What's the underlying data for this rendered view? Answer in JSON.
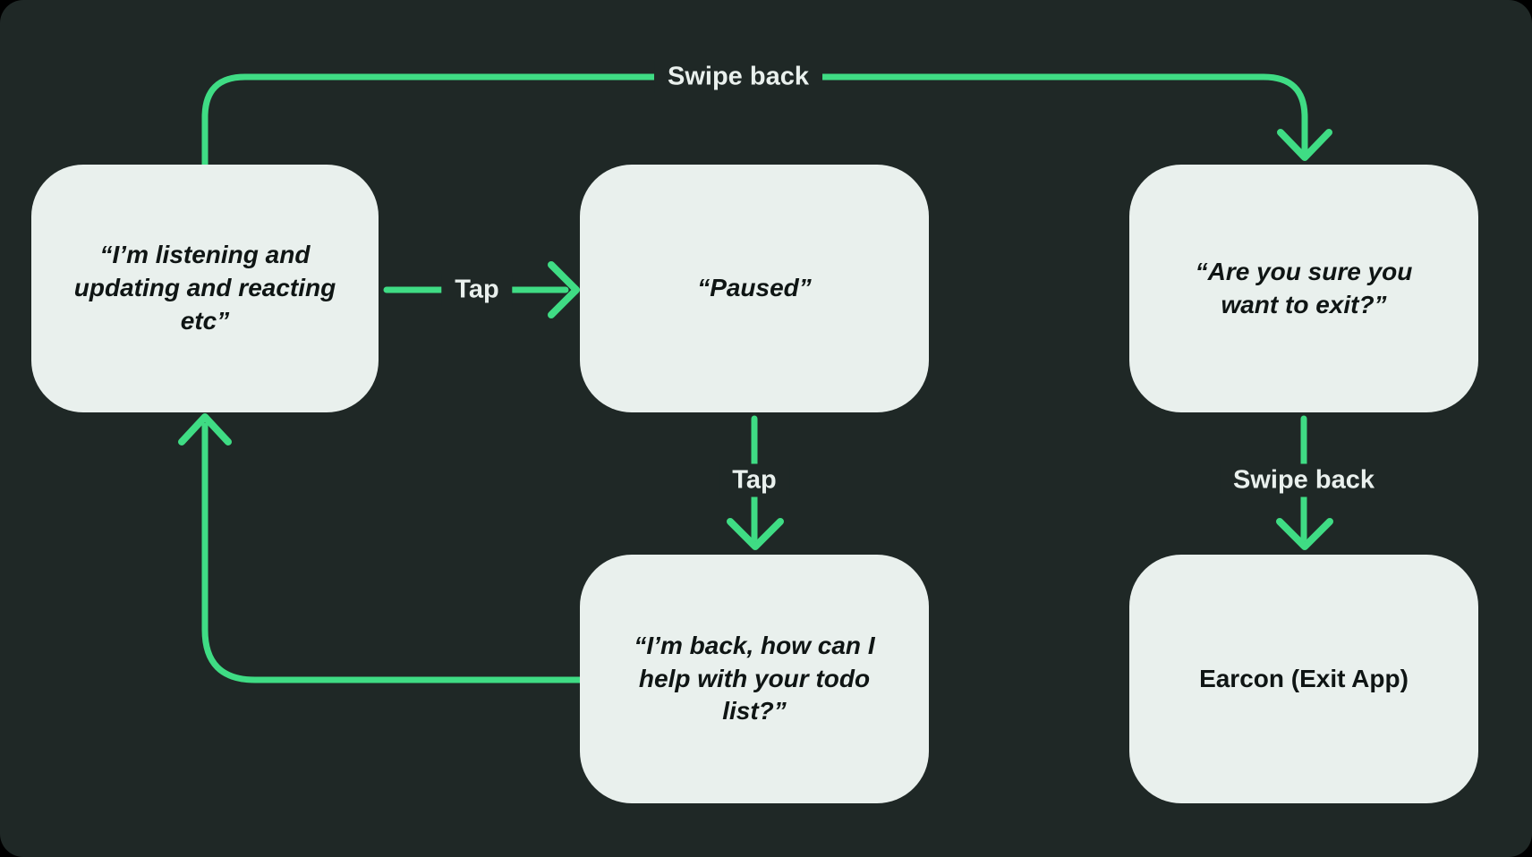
{
  "diagram": {
    "type": "flowchart",
    "colors": {
      "background": "#1F2826",
      "outer_corner": "#000000",
      "node_fill": "#E9F0ED",
      "node_text": "#0F1514",
      "arrow": "#3FDC84",
      "edge_label_text": "#E9F0ED"
    },
    "nodes": {
      "listening": {
        "text": "“I’m listening and updating and reacting etc”"
      },
      "paused": {
        "text": "“Paused”"
      },
      "exit_confirm": {
        "text": "“Are you sure you want to exit?”"
      },
      "back": {
        "text": "“I’m back, how can I help with your todo list?”"
      },
      "earcon": {
        "text": "Earcon (Exit App)"
      }
    },
    "edges": [
      {
        "from": "listening",
        "to": "exit_confirm",
        "label": "Swipe back",
        "route": "up-across-down"
      },
      {
        "from": "listening",
        "to": "paused",
        "label": "Tap",
        "route": "right"
      },
      {
        "from": "paused",
        "to": "back",
        "label": "Tap",
        "route": "down"
      },
      {
        "from": "exit_confirm",
        "to": "earcon",
        "label": "Swipe back",
        "route": "down"
      },
      {
        "from": "back",
        "to": "listening",
        "label": "",
        "route": "left-up"
      }
    ]
  }
}
